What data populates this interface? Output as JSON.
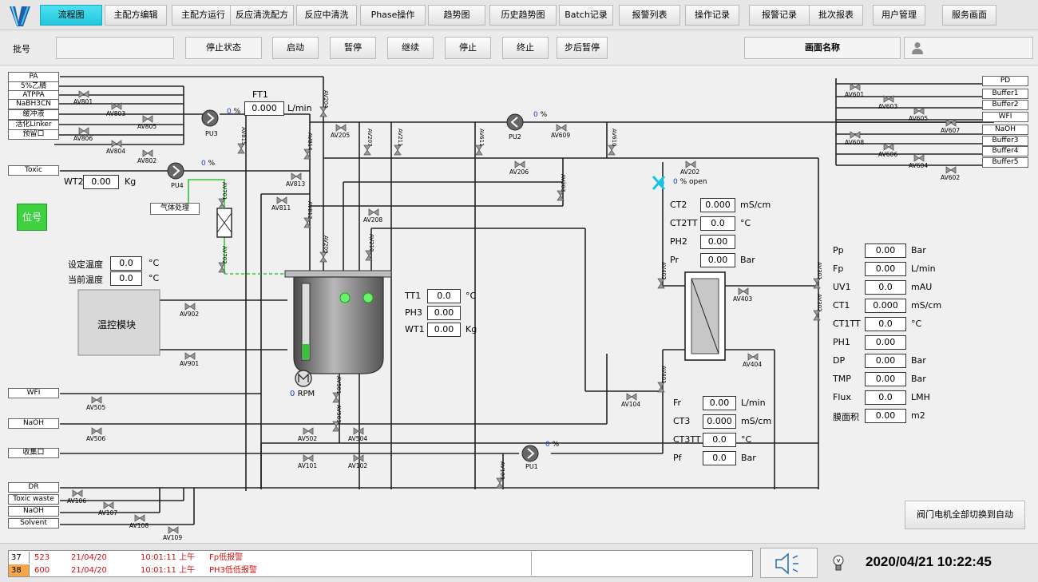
{
  "nav": {
    "items": [
      "流程图",
      "主配方编辑",
      "主配方运行",
      "反应清洗配方",
      "反应中清洗",
      "Phase操作",
      "趋势图",
      "历史趋势图",
      "Batch记录",
      "报警列表",
      "操作记录",
      "报警记录",
      "批次报表",
      "用户管理",
      "服务画面"
    ],
    "active_index": 0
  },
  "control": {
    "batch_label": "批号",
    "batch_value": "",
    "state": "停止状态",
    "buttons": [
      "启动",
      "暂停",
      "继续",
      "停止",
      "终止",
      "步后暂停"
    ],
    "screen_name": "画面名称"
  },
  "sources_left": [
    "PA",
    "5%乙腈",
    "ATPPA",
    "NaBH3CN",
    "缓冲液",
    "活化Linker",
    "预留口"
  ],
  "toxic": "Toxic",
  "wfi": "WFI",
  "naoh": "NaOH",
  "harvest": "收集口",
  "drains": [
    "DR",
    "Toxic waste",
    "NaOH",
    "Solvent"
  ],
  "gas": "气体处理",
  "outputs_right": [
    "PD",
    "Buffer1",
    "Buffer2",
    "WFI",
    "NaOH",
    "Buffer3",
    "Buffer4",
    "Buffer5"
  ],
  "position_btn": "位号",
  "temp_module": "温控模块",
  "auto_btn": "阀门电机全部切换到自动",
  "valves": {
    "AV801": "AV801",
    "AV803": "AV803",
    "AV805": "AV805",
    "AV806": "AV806",
    "AV804": "AV804",
    "AV802": "AV802",
    "AV813": "AV813",
    "AV811": "AV811",
    "AV815": "AV815",
    "AV814": "AV814",
    "AV812": "AV812",
    "AV209": "AV209",
    "AV204": "AV204",
    "AV205": "AV205",
    "AV207": "AV207",
    "AV211": "AV211",
    "AV611": "AV611",
    "AV609": "AV609",
    "AV610": "AV610",
    "AV206": "AV206",
    "AV203": "AV203",
    "AV208": "AV208",
    "AV210": "AV210",
    "AV202": "AV202",
    "AV402": "AV402",
    "AV403": "AV403",
    "AV401": "AV401",
    "AV404": "AV404",
    "AV301": "AV301",
    "AV302": "AV302",
    "AV104": "AV104",
    "AV902": "AV902",
    "AV901": "AV901",
    "AV701": "AV701",
    "AV702": "AV702",
    "AV505": "AV505",
    "AV506": "AV506",
    "AV501": "AV501",
    "AV503": "AV503",
    "AV502": "AV502",
    "AV504": "AV504",
    "AV101": "AV101",
    "AV102": "AV102",
    "AV103": "AV103",
    "AV106": "AV106",
    "AV107": "AV107",
    "AV108": "AV108",
    "AV109": "AV109",
    "AV601": "AV601",
    "AV603": "AV603",
    "AV605": "AV605",
    "AV607": "AV607",
    "AV608": "AV608",
    "AV606": "AV606",
    "AV604": "AV604",
    "AV602": "AV602"
  },
  "pumps": {
    "PU3": {
      "name": "PU3",
      "pct": "0",
      "unit": "%"
    },
    "PU4": {
      "name": "PU4",
      "pct": "0",
      "unit": "%"
    },
    "PU2": {
      "name": "PU2",
      "pct": "0",
      "unit": "%"
    },
    "PU1": {
      "name": "PU1",
      "pct": "0",
      "unit": "%"
    }
  },
  "ft1": {
    "label": "FT1",
    "value": "0.000",
    "unit": "L/min"
  },
  "wt2": {
    "label": "WT2",
    "value": "0.00",
    "unit": "Kg"
  },
  "temps": {
    "set_label": "设定温度",
    "set_value": "0.0",
    "cur_label": "当前温度",
    "cur_value": "0.0",
    "unit": "°C"
  },
  "agitator": {
    "value": "0",
    "unit": "RPM"
  },
  "reactor": [
    {
      "label": "TT1",
      "value": "0.0",
      "unit": "°C"
    },
    {
      "label": "PH3",
      "value": "0.00",
      "unit": ""
    },
    {
      "label": "WT1",
      "value": "0.00",
      "unit": "Kg"
    }
  ],
  "valve202": {
    "pct": "0",
    "text": "% open"
  },
  "mid_instr": [
    {
      "label": "CT2",
      "value": "0.000",
      "unit": "mS/cm"
    },
    {
      "label": "CT2TT",
      "value": "0.0",
      "unit": "°C"
    },
    {
      "label": "PH2",
      "value": "0.00",
      "unit": ""
    },
    {
      "label": "Pr",
      "value": "0.00",
      "unit": "Bar"
    }
  ],
  "low_instr": [
    {
      "label": "Fr",
      "value": "0.00",
      "unit": "L/min"
    },
    {
      "label": "CT3",
      "value": "0.000",
      "unit": "mS/cm"
    },
    {
      "label": "CT3TT",
      "value": "0.0",
      "unit": "°C"
    },
    {
      "label": "Pf",
      "value": "0.0",
      "unit": "Bar"
    }
  ],
  "right_instr": [
    {
      "label": "Pp",
      "value": "0.00",
      "unit": "Bar"
    },
    {
      "label": "Fp",
      "value": "0.00",
      "unit": "L/min"
    },
    {
      "label": "UV1",
      "value": "0.0",
      "unit": "mAU"
    },
    {
      "label": "CT1",
      "value": "0.000",
      "unit": "mS/cm"
    },
    {
      "label": "CT1TT",
      "value": "0.0",
      "unit": "°C"
    },
    {
      "label": "PH1",
      "value": "0.00",
      "unit": ""
    },
    {
      "label": "DP",
      "value": "0.00",
      "unit": "Bar"
    },
    {
      "label": "TMP",
      "value": "0.00",
      "unit": "Bar"
    },
    {
      "label": "Flux",
      "value": "0.0",
      "unit": "LMH"
    },
    {
      "label": "膜面积",
      "value": "0.00",
      "unit": "m2"
    }
  ],
  "alarms": [
    {
      "idx": "37",
      "id": "523",
      "date": "21/04/20",
      "time": "10:01:11 上午",
      "msg": "Fp低报警"
    },
    {
      "idx": "38",
      "id": "600",
      "date": "21/04/20",
      "time": "10:01:11 上午",
      "msg": "PH3低低报警"
    }
  ],
  "datetime": "2020/04/21 10:22:45",
  "colors": {
    "accent": "#22c7dd",
    "alarm": "#d01010",
    "pct": "#1a3ccf",
    "valve_cyan": "#17c3e6",
    "green": "#35c635"
  },
  "icons": {
    "logo": "app-logo-icon",
    "user": "user-icon",
    "speaker": "speaker-icon",
    "bulb": "lightbulb-icon"
  }
}
